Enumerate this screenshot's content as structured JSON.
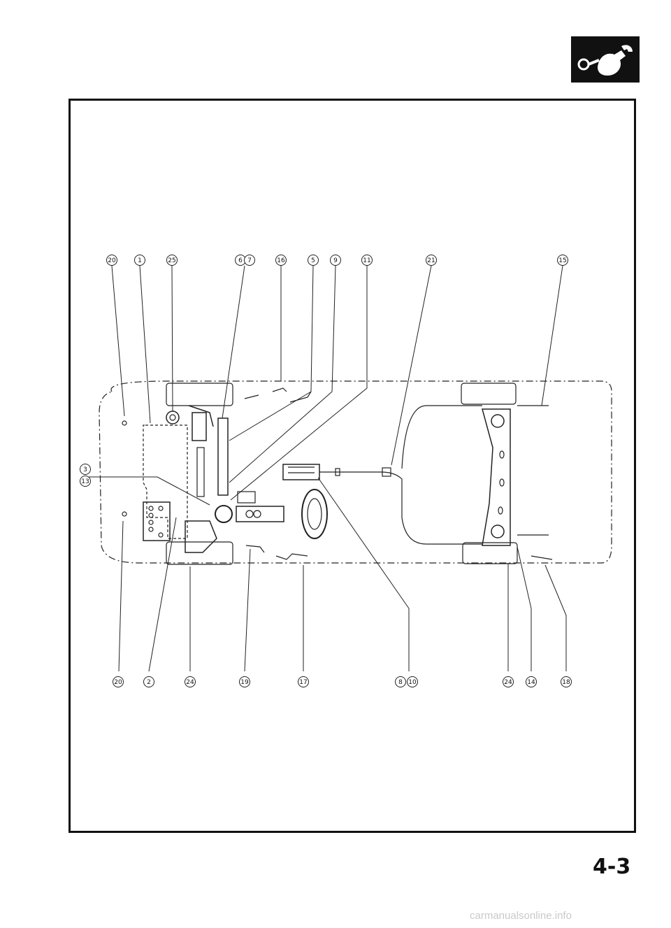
{
  "page": {
    "page_number": "4-3",
    "watermark": "carmanualsonline.info"
  },
  "logo": {
    "icon": "wrench-in-fist-icon"
  },
  "diagram": {
    "type": "chassis-component-locator",
    "callouts_top": [
      "20",
      "1",
      "25",
      "6",
      "7",
      "16",
      "5",
      "9",
      "11",
      "21",
      "15"
    ],
    "callouts_left": [
      "3",
      "13"
    ],
    "callouts_bottom": [
      "20",
      "2",
      "24",
      "19",
      "17",
      "8",
      "10",
      "24",
      "14",
      "18"
    ]
  }
}
